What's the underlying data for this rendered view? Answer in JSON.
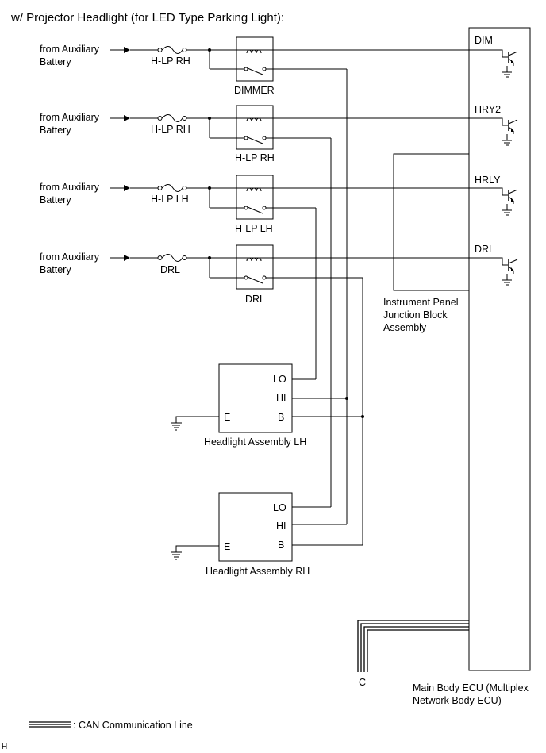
{
  "title": "w/ Projector Headlight (for LED Type Parking Light):",
  "sources": [
    {
      "line1": "from Auxiliary",
      "line2": "Battery",
      "fuse": "H-LP RH",
      "relay": "DIMMER",
      "ecu_pin": "DIM"
    },
    {
      "line1": "from Auxiliary",
      "line2": "Battery",
      "fuse": "H-LP RH",
      "relay": "H-LP RH",
      "ecu_pin": "HRY2"
    },
    {
      "line1": "from Auxiliary",
      "line2": "Battery",
      "fuse": "H-LP LH",
      "relay": "H-LP LH",
      "ecu_pin": "HRLY"
    },
    {
      "line1": "from Auxiliary",
      "line2": "Battery",
      "fuse": "DRL",
      "relay": "DRL",
      "ecu_pin": "DRL"
    }
  ],
  "junction_block": {
    "line1": "Instrument Panel",
    "line2": "Junction Block",
    "line3": "Assembly"
  },
  "headlight_lh": {
    "name": "Headlight Assembly LH",
    "lo": "LO",
    "hi": "HI",
    "b": "B",
    "e": "E"
  },
  "headlight_rh": {
    "name": "Headlight Assembly RH",
    "lo": "LO",
    "hi": "HI",
    "b": "B",
    "e": "E"
  },
  "ecu": {
    "line1": "Main Body ECU (Multiplex",
    "line2": "Network Body ECU)"
  },
  "connector_c": "C",
  "legend": ": CAN Communication Line",
  "corner_mark": "H"
}
